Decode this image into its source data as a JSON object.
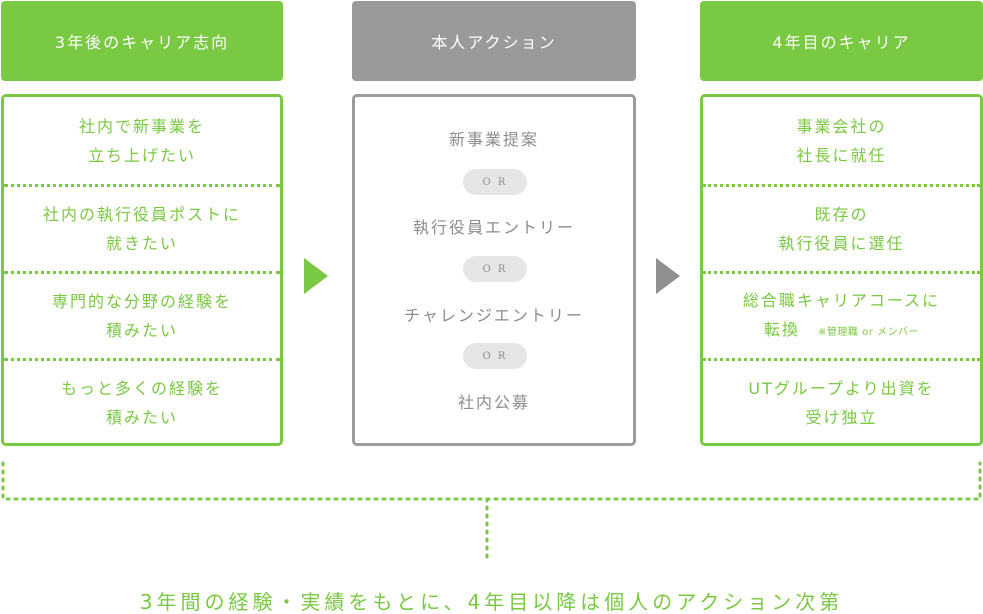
{
  "columns": {
    "left": {
      "title": "3年後のキャリア志向",
      "cells": [
        [
          "社内で新事業を",
          "立ち上げたい"
        ],
        [
          "社内の執行役員ポストに",
          "就きたい"
        ],
        [
          "専門的な分野の経験を",
          "積みたい"
        ],
        [
          "もっと多くの経験を",
          "積みたい"
        ]
      ]
    },
    "middle": {
      "title": "本人アクション",
      "actions": [
        "新事業提案",
        "執行役員エントリー",
        "チャレンジエントリー",
        "社内公募"
      ],
      "or_label": "O R"
    },
    "right": {
      "title": "4年目のキャリア",
      "cells": [
        [
          "事業会社の",
          "社長に就任"
        ],
        [
          "既存の",
          "執行役員に選任"
        ],
        [
          "総合職キャリアコースに",
          "転換"
        ],
        [
          "UTグループより出資を",
          "受け独立"
        ]
      ],
      "note": "※管理職 or メンバー"
    }
  },
  "footer": "3年間の経験・実績をもとに、4年目以降は個人のアクション次第",
  "colors": {
    "green": "#7ac943",
    "gray": "#999b9b",
    "text_gray": "#8c8c8c"
  }
}
